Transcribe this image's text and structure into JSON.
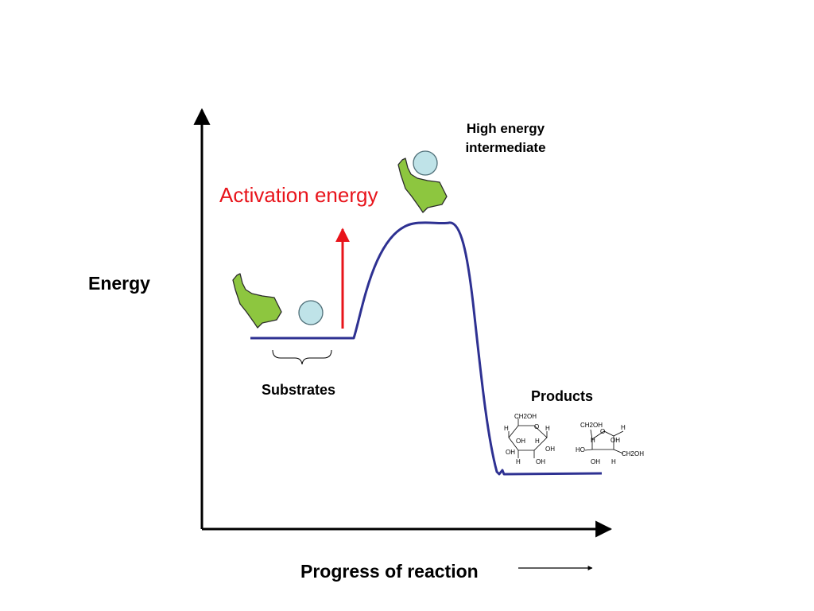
{
  "labels": {
    "y_axis": "Energy",
    "x_axis": "Progress of reaction",
    "activation_energy": "Activation energy",
    "high_energy_intermediate_line1": "High energy",
    "high_energy_intermediate_line2": "intermediate",
    "substrates": "Substrates",
    "products": "Products"
  },
  "colors": {
    "axis": "#000000",
    "energy_curve": "#2e3192",
    "activation_arrow": "#e8141b",
    "activation_text": "#e8141b",
    "enzyme": "#8dc63f",
    "enzyme_outline": "#2b2b2b",
    "substrate": "#bfe3e8",
    "substrate_outline": "#4f6f78"
  },
  "icons": {
    "enzyme": "enzyme-hand-icon",
    "substrate": "substrate-sphere-icon",
    "product_1": "glucopyranose-structure",
    "product_2": "fructofuranose-structure"
  },
  "product_structures": {
    "glucose": {
      "groups": [
        "CH2OH",
        "O",
        "H",
        "H",
        "OH",
        "H",
        "OH",
        "OH",
        "H",
        "OH"
      ]
    },
    "fructose": {
      "groups": [
        "CH2OH",
        "O",
        "H",
        "H",
        "HO",
        "OH",
        "CH2OH",
        "OH",
        "H"
      ]
    }
  }
}
